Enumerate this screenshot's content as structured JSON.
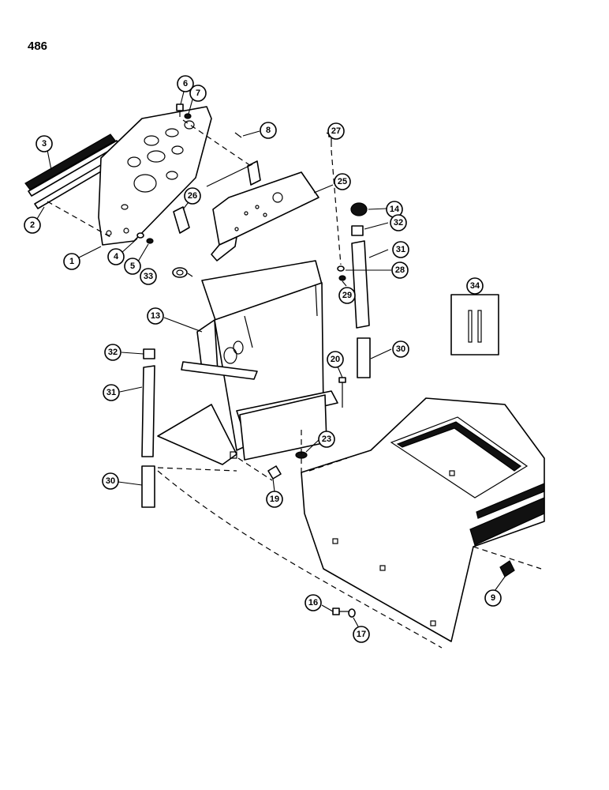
{
  "page": {
    "number": "486"
  },
  "callouts": [
    {
      "id": "c1",
      "label": "1"
    },
    {
      "id": "c2",
      "label": "2"
    },
    {
      "id": "c3",
      "label": "3"
    },
    {
      "id": "c4",
      "label": "4"
    },
    {
      "id": "c5",
      "label": "5"
    },
    {
      "id": "c6",
      "label": "6"
    },
    {
      "id": "c7",
      "label": "7"
    },
    {
      "id": "c8",
      "label": "8"
    },
    {
      "id": "c9",
      "label": "9"
    },
    {
      "id": "c13",
      "label": "13"
    },
    {
      "id": "c14",
      "label": "14"
    },
    {
      "id": "c16",
      "label": "16"
    },
    {
      "id": "c17",
      "label": "17"
    },
    {
      "id": "c19",
      "label": "19"
    },
    {
      "id": "c20",
      "label": "20"
    },
    {
      "id": "c23",
      "label": "23"
    },
    {
      "id": "c25",
      "label": "25"
    },
    {
      "id": "c26",
      "label": "26"
    },
    {
      "id": "c27",
      "label": "27"
    },
    {
      "id": "c28",
      "label": "28"
    },
    {
      "id": "c29",
      "label": "29"
    },
    {
      "id": "c30a",
      "label": "30"
    },
    {
      "id": "c30b",
      "label": "30"
    },
    {
      "id": "c31a",
      "label": "31"
    },
    {
      "id": "c31b",
      "label": "31"
    },
    {
      "id": "c32a",
      "label": "32"
    },
    {
      "id": "c32b",
      "label": "32"
    },
    {
      "id": "c33",
      "label": "33"
    },
    {
      "id": "c34",
      "label": "34"
    }
  ]
}
